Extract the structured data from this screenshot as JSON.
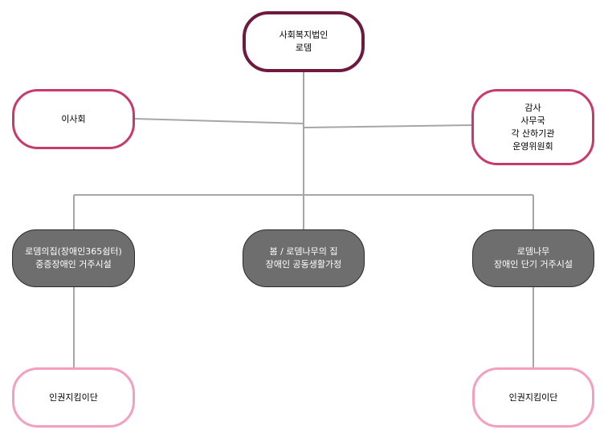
{
  "root": {
    "line1": "사회복지법인",
    "line2": "로뎀"
  },
  "board": {
    "label": "이사회"
  },
  "staff": {
    "line1": "감사",
    "line2": "사무국",
    "line3": "각 산하기관",
    "line4": "운영위원회"
  },
  "facilities": [
    {
      "line1": "로뎀의집(장애인365쉼터)",
      "line2": "중증장애인 거주시설"
    },
    {
      "line1": "봄 / 로뎀나무의 집",
      "line2": "장애인 공동생활가정"
    },
    {
      "line1": "로뎀나무",
      "line2": "장애인 단기 거주시설"
    }
  ],
  "committees": [
    {
      "label": "인권지킴이단"
    },
    {
      "label": "인권지킴이단"
    }
  ],
  "colors": {
    "root_border": "#6e1a3f",
    "side_border": "#c73a6b",
    "leaf_border": "#f49fc0",
    "facility_fill": "#6e6e6e",
    "connector": "#a6a6a6"
  }
}
